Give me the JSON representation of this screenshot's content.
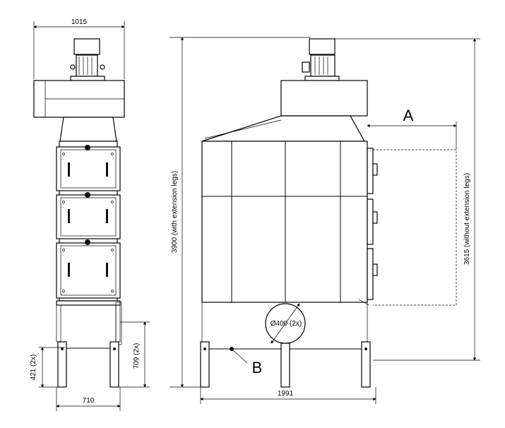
{
  "dimensions": {
    "top_width": "1015",
    "base_width": "710",
    "leg_height_small": "421 (2x)",
    "leg_height_side": "709 (2x)",
    "total_height": "3900  (with extension legs)",
    "height_without_legs": "3615  (without extension legs)",
    "front_width": "1991",
    "duct_diameter": "Ø400 (2x)"
  },
  "callouts": {
    "a": "A",
    "b": "B"
  }
}
